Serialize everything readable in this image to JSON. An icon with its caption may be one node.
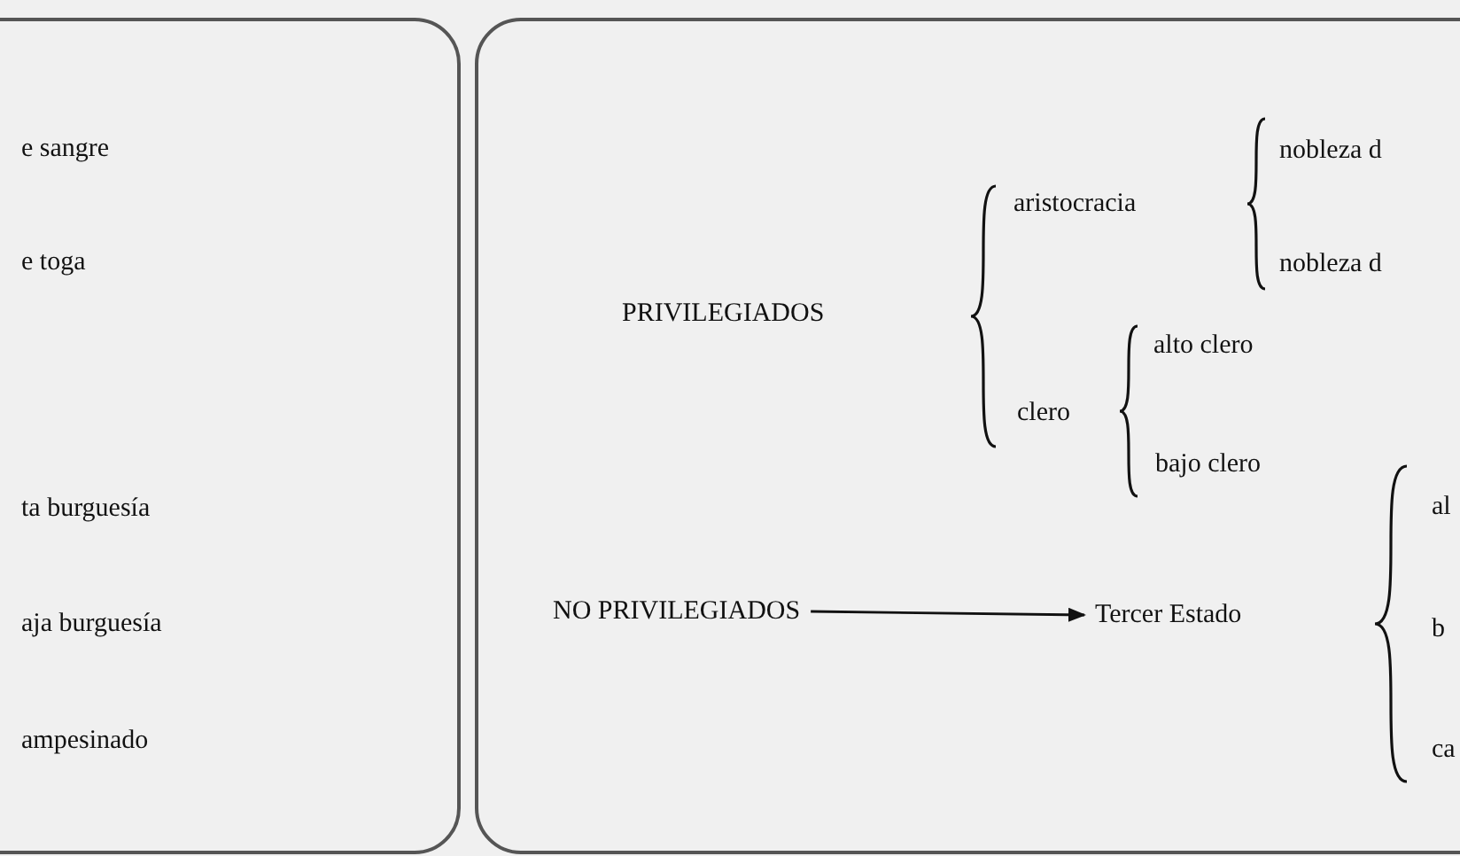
{
  "diagram": {
    "nodes": [
      {
        "text": [
          "NO PRIVILEGIADOS"
        ]
      },
      {
        "text": [
          "Tercer Estado"
        ]
      }
    ],
    "edges": [
      {
        "from": 0,
        "to": 1,
        "arrow": "to"
      }
    ],
    "labels": [
      "e sangre",
      "e toga",
      "ta burguesía",
      "aja burguesía",
      "ampesinado",
      "nobleza d",
      "aristocracia",
      "nobleza d",
      "PRIVILEGIADOS",
      "alto clero",
      "clero",
      "bajo clero",
      "al",
      "b",
      "ca"
    ]
  }
}
